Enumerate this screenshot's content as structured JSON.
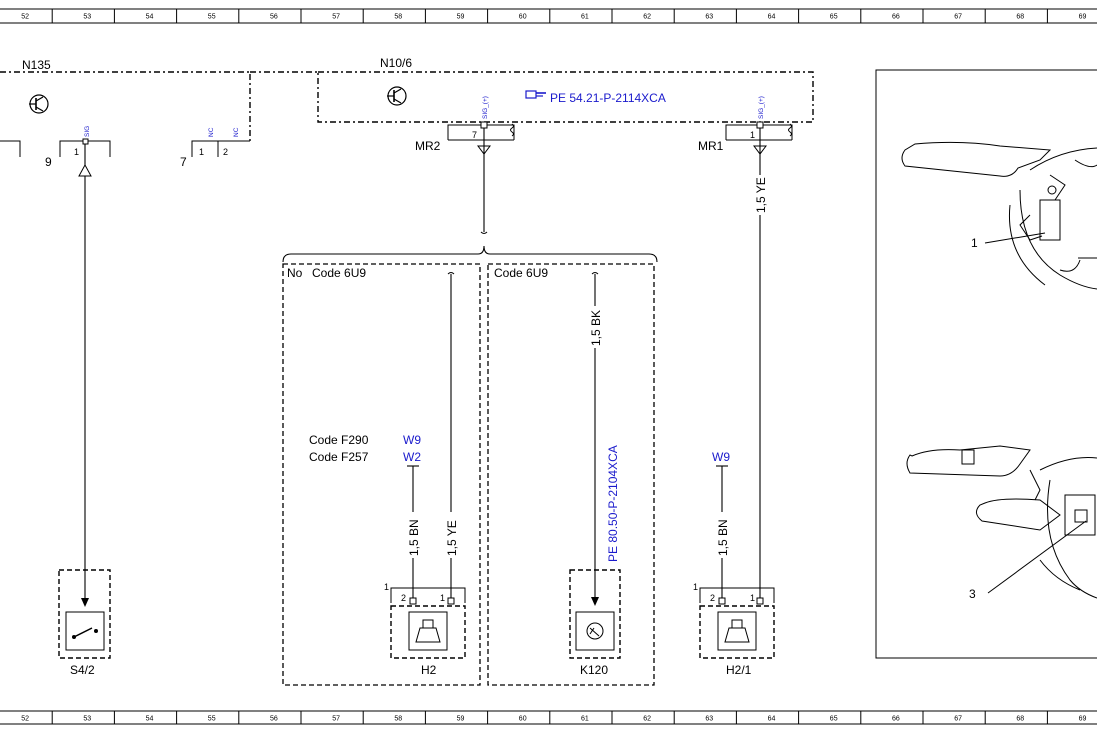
{
  "grid": {
    "columns": [
      "52",
      "53",
      "54",
      "55",
      "56",
      "57",
      "58",
      "59",
      "60",
      "61",
      "62",
      "63",
      "64",
      "65",
      "66",
      "67",
      "68",
      "69"
    ]
  },
  "components": {
    "n135": "N135",
    "n10_6": "N10/6",
    "s4_2": "S4/2",
    "h2": "H2",
    "k120": "K120",
    "h2_1": "H2/1"
  },
  "references": {
    "pe_54": "PE 54.21-P-2114XCA",
    "pe_80": "PE 80.50-P-2104XCA"
  },
  "pins": {
    "sig": "SIG",
    "nc": "NC",
    "sig_plus": "SIG_(+)",
    "p1": "1",
    "p2": "2",
    "p7": "7",
    "p9": "9"
  },
  "grounds": {
    "mr2": "MR2",
    "mr1": "MR1"
  },
  "codes": {
    "no": "No",
    "code_6u9": "Code 6U9",
    "code_f290": "Code F290",
    "code_f257": "Code F257"
  },
  "wire_refs": {
    "w9": "W9",
    "w2": "W2"
  },
  "wires": {
    "bn": "1,5 BN",
    "ye": "1,5 YE",
    "bk": "1,5 BK"
  },
  "callouts": [
    "1",
    "3"
  ],
  "colors": {
    "line": "#000000",
    "reference_blue": "#1a1acc",
    "background": "#ffffff"
  }
}
